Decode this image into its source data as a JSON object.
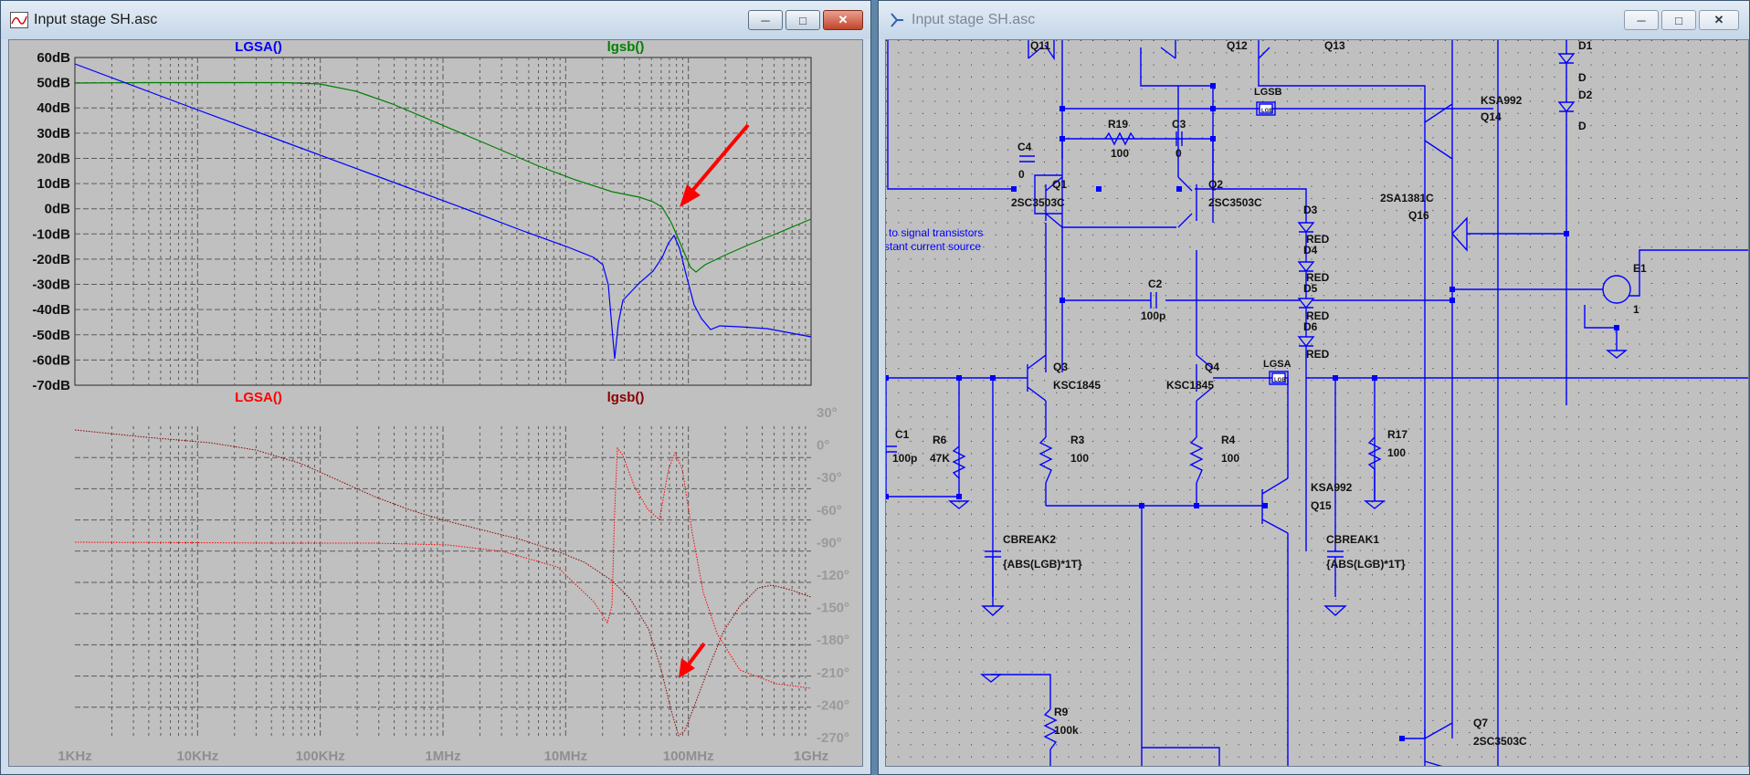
{
  "plot_window": {
    "title": "Input stage SH.asc",
    "top_pane": {
      "traces": [
        {
          "name": "LGSA()",
          "color": "#0000ff"
        },
        {
          "name": "lgsb()",
          "color": "#008000"
        }
      ],
      "y_ticks": [
        "60dB",
        "50dB",
        "40dB",
        "30dB",
        "20dB",
        "10dB",
        "0dB",
        "-10dB",
        "-20dB",
        "-30dB",
        "-40dB",
        "-50dB",
        "-60dB",
        "-70dB"
      ]
    },
    "bottom_pane": {
      "traces": [
        {
          "name": "LGSA()",
          "color": "#ff0000"
        },
        {
          "name": "lgsb()",
          "color": "#8b0000"
        }
      ],
      "y_ticks": [
        "30°",
        "0°",
        "-30°",
        "-60°",
        "-90°",
        "-120°",
        "-150°",
        "-180°",
        "-210°",
        "-240°",
        "-270°"
      ]
    },
    "x_ticks": [
      "1KHz",
      "10KHz",
      "100KHz",
      "1MHz",
      "10MHz",
      "100MHz",
      "1GHz"
    ]
  },
  "schematic_window": {
    "title": "Input stage SH.asc",
    "comment_lines": [
      "to signal transistors",
      "stant current source"
    ],
    "labels": {
      "q11": "Q11",
      "q12": "Q12",
      "q13": "Q13",
      "d1": "D1",
      "d1v": "D",
      "d2": "D2",
      "d2v": "D",
      "lgsb": "LGSB",
      "lgsa": "LGSA",
      "lgb_chip": "LGB",
      "ksa992_a": "KSA992",
      "q14": "Q14",
      "r19": "R19",
      "r19v": "100",
      "c3": "C3",
      "c3v": "0",
      "c4": "C4",
      "c4v": "0",
      "q1": "Q1",
      "q1v": "2SC3503C",
      "q2": "Q2",
      "q2v": "2SC3503C",
      "sa1381": "2SA1381C",
      "q16": "Q16",
      "d3": "D3",
      "red1": "RED",
      "d4": "D4",
      "red2": "RED",
      "d5": "D5",
      "red3": "RED",
      "d6": "D6",
      "red4": "RED",
      "e1": "E1",
      "e1v": "1",
      "c2": "C2",
      "c2v": "100p",
      "q3": "Q3",
      "q3v": "KSC1845",
      "q4": "Q4",
      "q4v": "KSC1845",
      "c1": "C1",
      "c1v": "100p",
      "r6": "R6",
      "r6v": "47K",
      "r3": "R3",
      "r3v": "100",
      "r4": "R4",
      "r4v": "100",
      "r17": "R17",
      "r17v": "100",
      "ksa992_b": "KSA992",
      "q15": "Q15",
      "cbreak2": "CBREAK2",
      "cbreak2v": "{ABS(LGB)*1T}",
      "cbreak1": "CBREAK1",
      "cbreak1v": "{ABS(LGB)*1T}",
      "r9": "R9",
      "r9v": "100k",
      "q7": "Q7",
      "q7v": "2SC3503C"
    }
  }
}
